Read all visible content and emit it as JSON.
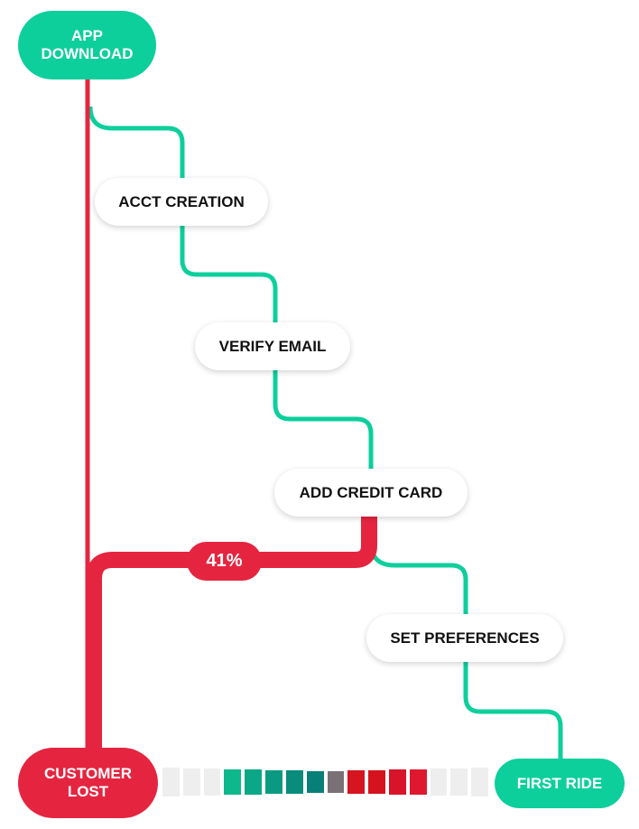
{
  "nodes": {
    "start": "APP\nDOWNLOAD",
    "step1": "ACCT CREATION",
    "step2": "VERIFY EMAIL",
    "step3": "ADD CREDIT CARD",
    "step4": "SET PREFERENCES",
    "lost": "CUSTOMER\nLOST",
    "end": "FIRST RIDE"
  },
  "dropoff_label": "41%",
  "colors": {
    "success": "#0ccf9c",
    "loss": "#e52540",
    "neutral": "#eeeeee"
  },
  "progress_bar_colors": [
    "#eeeeee",
    "#eeeeee",
    "#eeeeee",
    "#0db88c",
    "#0aa886",
    "#099a81",
    "#098c7c",
    "#087f77",
    "#7a7176",
    "#d5151f",
    "#d5131e",
    "#d8142a",
    "#e0182f",
    "#eeeeee",
    "#eeeeee",
    "#eeeeee"
  ]
}
